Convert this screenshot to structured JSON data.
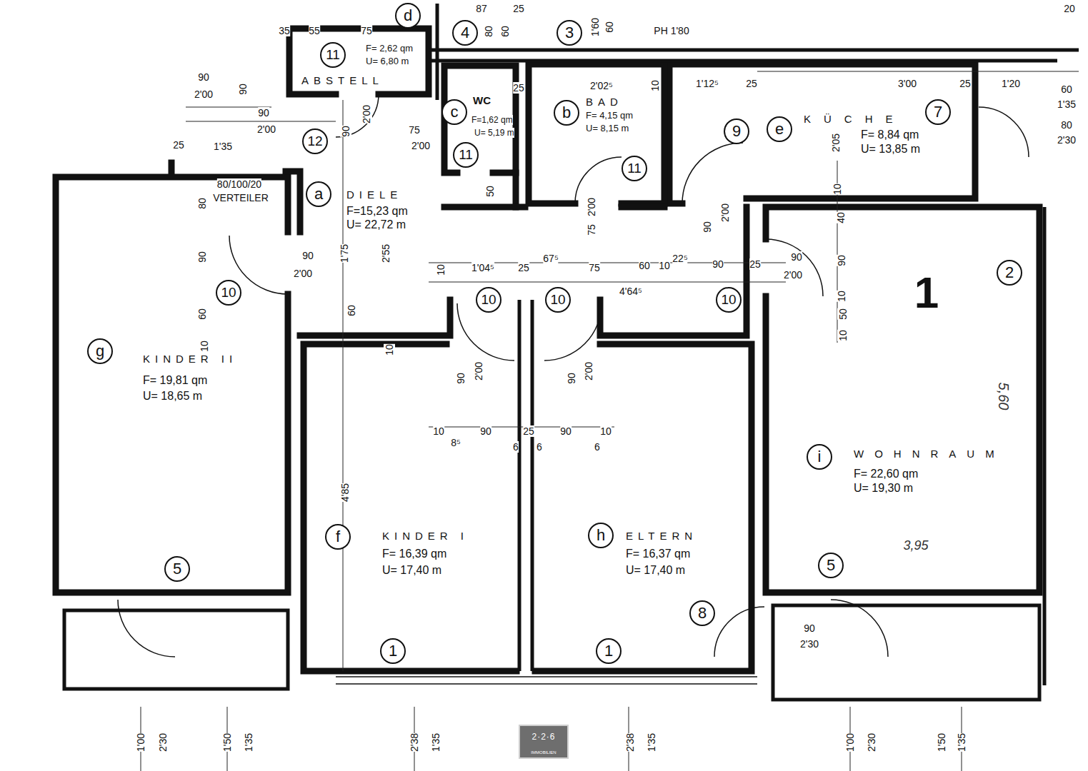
{
  "diagram": {
    "nodes": [
      {
        "text": [
          "ABSTELL",
          "F= 2,62 qm",
          "U= 6,80 m"
        ]
      },
      {
        "text": [
          "WC",
          "F=1,62 qm",
          "U= 5,19 m"
        ]
      },
      {
        "text": [
          "BAD",
          "F= 4,15 qm",
          "U= 8,15 m"
        ]
      },
      {
        "text": [
          "KÜCHE",
          "F= 8,84 qm",
          "U= 13,85 m"
        ]
      },
      {
        "text": [
          "DIELE",
          "F=15,23 qm",
          "U= 22,72 m"
        ]
      },
      {
        "text": [
          "KINDER II",
          "F= 19,81 qm",
          "U= 18,65 m"
        ]
      },
      {
        "text": [
          "KINDER I",
          "F= 16,39 qm",
          "U= 17,40 m"
        ]
      },
      {
        "text": [
          "ELTERN",
          "F= 16,37 qm",
          "U= 17,40 m"
        ]
      },
      {
        "text": [
          "WOHNRAUM",
          "F= 22,60 qm",
          "U= 19,30 m"
        ]
      }
    ],
    "labels": [
      "a",
      "b",
      "c",
      "d",
      "e",
      "f",
      "g",
      "h",
      "i",
      "1",
      "2",
      "3",
      "4",
      "5",
      "5",
      "7",
      "8",
      "9",
      "10",
      "10",
      "10",
      "10",
      "11",
      "11",
      "11",
      "12",
      "1",
      "1",
      "87",
      "25",
      "1'60",
      "60",
      "PH 1'80",
      "80",
      "60",
      "55",
      "75",
      "90",
      "2'00",
      "90",
      "90",
      "2'00",
      "1'35",
      "25",
      "75",
      "2'00",
      "2'02⁵",
      "10",
      "25",
      "1'12⁵",
      "25",
      "3'00",
      "25",
      "1'20",
      "60",
      "1'35",
      "80",
      "2'30",
      "2'05",
      "10",
      "40",
      "90",
      "10",
      "50",
      "10",
      "5,60",
      "3,95",
      "90",
      "2'30",
      "80/100/20",
      "VERTEILER",
      "80",
      "90",
      "60",
      "10",
      "90",
      "2'00",
      "1'75",
      "2'55",
      "60",
      "10",
      "50",
      "10",
      "1'04⁵",
      "25",
      "67⁵",
      "75",
      "60",
      "10",
      "22⁵",
      "90",
      "25",
      "90",
      "2'00",
      "4'64⁵",
      "75",
      "2'00",
      "90",
      "2'00",
      "90",
      "2'00",
      "90",
      "2'00",
      "10",
      "8⁵",
      "90",
      "25",
      "90",
      "10",
      "6",
      "6",
      "6",
      "4'85",
      "1'00",
      "2'30",
      "1'50",
      "1'35",
      "2'38",
      "1'35",
      "2'38",
      "1'35",
      "1'00",
      "2'30",
      "1'50",
      "1'35",
      "20",
      "35",
      "90",
      "2'00",
      "2·2·6",
      "IMMOBILIEN"
    ]
  }
}
